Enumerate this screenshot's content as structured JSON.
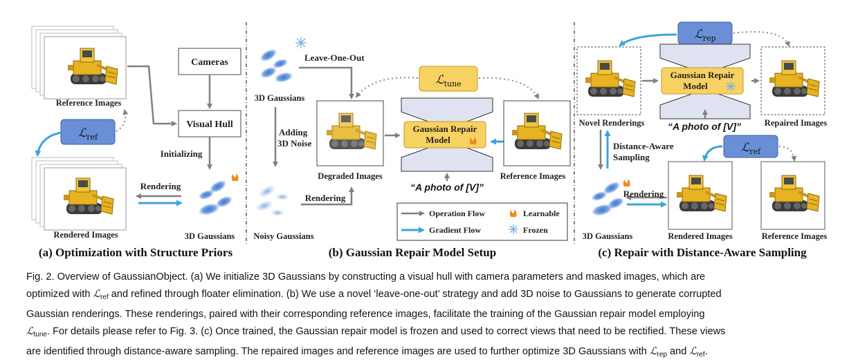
{
  "colors": {
    "loss_blue": "#6b8fd6",
    "loss_yellow": "#f7d162",
    "model_box": "#dfe3f1",
    "repair_box": "#f7d162",
    "gradient_arrow": "#3ca3dc",
    "operation_arrow": "#808080",
    "gaussian_blue": "#3f78d2"
  },
  "panel_a": {
    "reference_images": "Reference Images",
    "cameras": "Cameras",
    "visual_hull": "Visual Hull",
    "initializing": "Initializing",
    "rendering": "Rendering",
    "rendered_images": "Rendered Images",
    "gaussians": "3D Gaussians",
    "loss_main": "ℒ",
    "loss_sub": "ref",
    "title": "(a) Optimization with Structure Priors"
  },
  "panel_b": {
    "gaussians": "3D Gaussians",
    "leave_one_out": "Leave-One-Out",
    "adding_noise_1": "Adding",
    "adding_noise_2": "3D Noise",
    "degraded_images": "Degraded Images",
    "noisy_gaussians": "Noisy Gaussians",
    "rendering": "Rendering",
    "loss_main": "ℒ",
    "loss_sub": "tune",
    "model_line1": "Gaussian Repair",
    "model_line2": "Model",
    "reference_images": "Reference Images",
    "prompt": "“A photo of [V]”",
    "title": "(b) Gaussian Repair Model Setup"
  },
  "legend": {
    "operation_flow": "Operation Flow",
    "gradient_flow": "Gradient Flow",
    "learnable": "Learnable",
    "frozen": "Frozen"
  },
  "panel_c": {
    "loss_rep_main": "ℒ",
    "loss_rep_sub": "rep",
    "model_line1": "Gaussian Repair",
    "model_line2": "Model",
    "novel_renderings": "Novel Renderings",
    "repaired_images": "Repaired Images",
    "prompt": "“A photo of [V]”",
    "distance_aware_1": "Distance-Aware",
    "distance_aware_2": "Sampling",
    "loss_ref_main": "ℒ",
    "loss_ref_sub": "ref",
    "rendering": "Rendering",
    "gaussians": "3D Gaussians",
    "rendered_images": "Rendered Images",
    "reference_images": "Reference Images",
    "title": "(c) Repair with Distance-Aware Sampling"
  },
  "caption": {
    "line1": "Fig. 2.  Overview of GaussianObject. (a) We initialize 3D Gaussians by constructing a visual hull with camera parameters and masked images, which are",
    "line2a": "optimized with ",
    "line2_loss": "ℒ",
    "line2_sub": "ref",
    "line2b": " and refined through floater elimination. (b) We use a novel ‘leave-one-out’ strategy and add 3D noise to Gaussians to generate corrupted",
    "line3": "Gaussian renderings. These renderings, paired with their corresponding reference images, facilitate the training of the Gaussian repair model employing",
    "line4_loss": "ℒ",
    "line4_sub": "tune",
    "line4b": ". For details please refer to Fig. 3. (c) Once trained, the Gaussian repair model is frozen and used to correct views that need to be rectified. These views",
    "line5a": "are identified through distance-aware sampling. The repaired images and reference images are used to further optimize 3D Gaussians with ",
    "line5_loss1": "ℒ",
    "line5_sub1": "rep",
    "line5_and": " and ",
    "line5_loss2": "ℒ",
    "line5_sub2": "ref",
    "line5_end": "."
  }
}
